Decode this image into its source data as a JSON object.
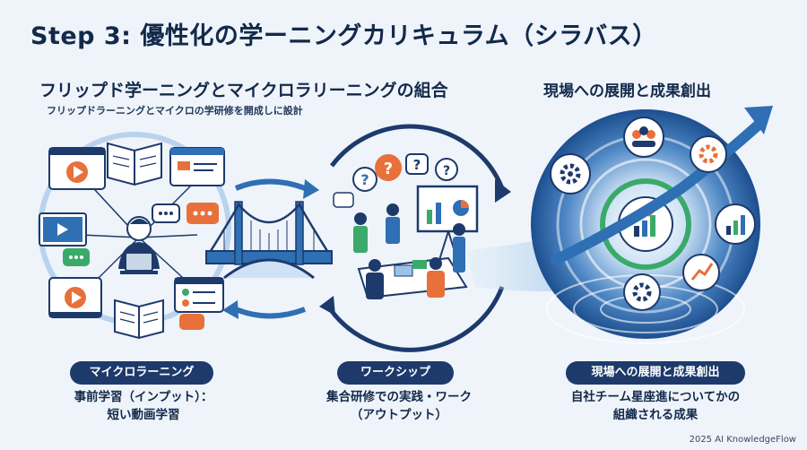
{
  "title": "Step 3: 優性化の学ーニングカリキュラム（シラバス）",
  "left_section": {
    "heading": "フリップド学ーニングとマイクロラリーニングの組合",
    "subheading": "フリップドラーニングとマイクロの学研修を開成しに設計"
  },
  "right_section": {
    "heading": "現場への展開と成果創出"
  },
  "phases": [
    {
      "label": "マイクロラーニング",
      "caption_line1": "事前学習（インプット）：",
      "caption_line2": "短い動画学習"
    },
    {
      "label": "ワークシップ",
      "caption_line1": "集合研修での実践・ワーク",
      "caption_line2": "（アウトプット）"
    },
    {
      "label": "現場への展開と成果創出",
      "caption_line1": "自社チーム星座進についてかの",
      "caption_line2": "組織される成果"
    }
  ],
  "footer": "2025 AI KnowledgeFlow",
  "colors": {
    "navy": "#1d3a6b",
    "blue": "#2f6fb3",
    "light_blue": "#9cc3e6",
    "orange": "#e8703a",
    "green": "#3aaa6a"
  },
  "icons": [
    "video-icon",
    "book-icon",
    "chat-bubble-icon",
    "learner-laptop-icon",
    "bridge-icon",
    "question-bubble-icon",
    "presentation-board-icon",
    "team-icon",
    "gear-icon",
    "bar-chart-icon",
    "growth-arrow-icon"
  ]
}
